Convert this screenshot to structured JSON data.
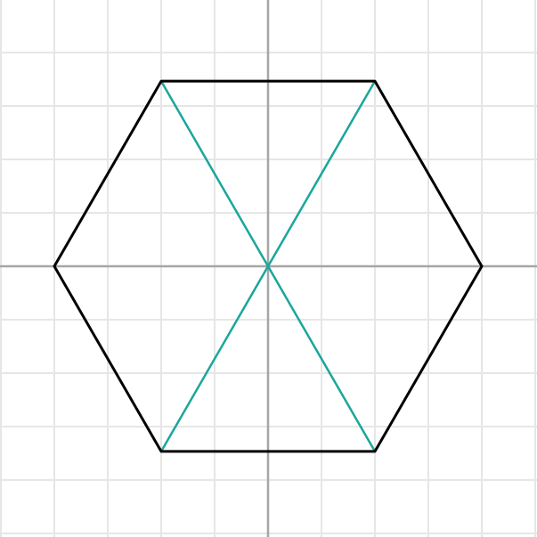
{
  "diagram": {
    "units_per_cell": 1,
    "grid_range": [
      -5,
      5
    ],
    "colors": {
      "background": "#ffffff",
      "grid": "#e6e6e6",
      "axes": "#a6a6a6",
      "hexagon": "#000000",
      "diagonals": "#1aa69c"
    },
    "hexagon_vertices": [
      [
        4,
        0
      ],
      [
        2,
        3.464
      ],
      [
        -2,
        3.464
      ],
      [
        -4,
        0
      ],
      [
        -2,
        -3.464
      ],
      [
        2,
        -3.464
      ]
    ],
    "diagonals": [
      [
        [
          -2,
          3.464
        ],
        [
          2,
          -3.464
        ]
      ],
      [
        [
          2,
          3.464
        ],
        [
          -2,
          -3.464
        ]
      ]
    ]
  }
}
